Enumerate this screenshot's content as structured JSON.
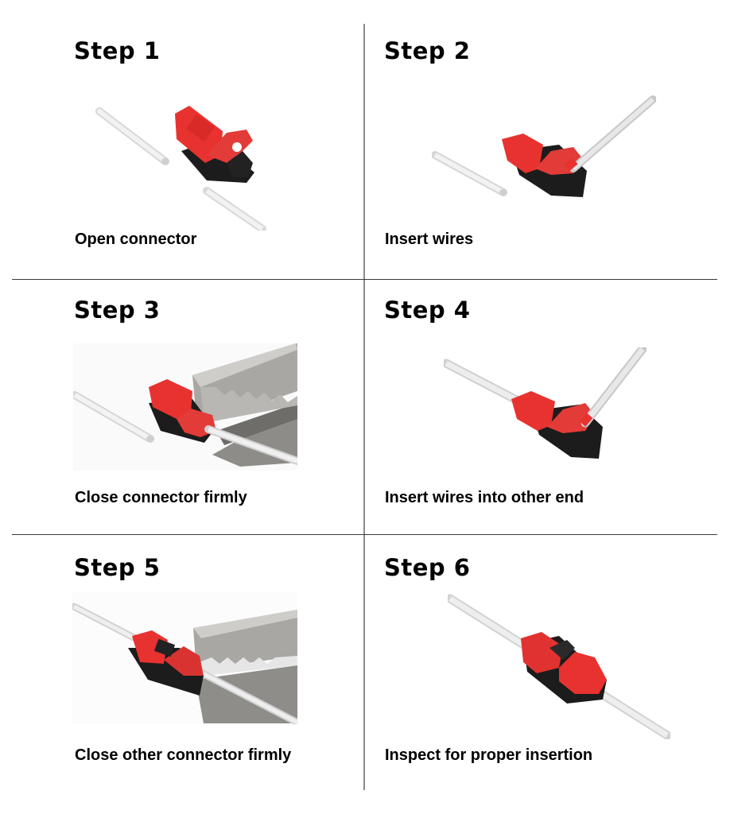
{
  "document": {
    "layout": "3x2 instruction grid",
    "colors": {
      "connector_red": "#e8322f",
      "connector_black": "#1c1c1c",
      "wire_white": "#eeeeee",
      "plier_steel": "#a8a6a2",
      "divider": "#3a3a3a"
    }
  },
  "steps": [
    {
      "title": "Step 1",
      "caption": "Open connector",
      "image": "open-connector-photo"
    },
    {
      "title": "Step 2",
      "caption": "Insert wires",
      "image": "insert-wires-photo"
    },
    {
      "title": "Step 3",
      "caption": "Close connector firmly",
      "image": "close-connector-pliers-photo"
    },
    {
      "title": "Step 4",
      "caption": "Insert wires into other end",
      "image": "insert-other-end-photo"
    },
    {
      "title": "Step 5",
      "caption": "Close other connector firmly",
      "image": "close-other-connector-pliers-photo"
    },
    {
      "title": "Step 6",
      "caption": "Inspect for proper insertion",
      "image": "inspect-insertion-photo"
    }
  ]
}
